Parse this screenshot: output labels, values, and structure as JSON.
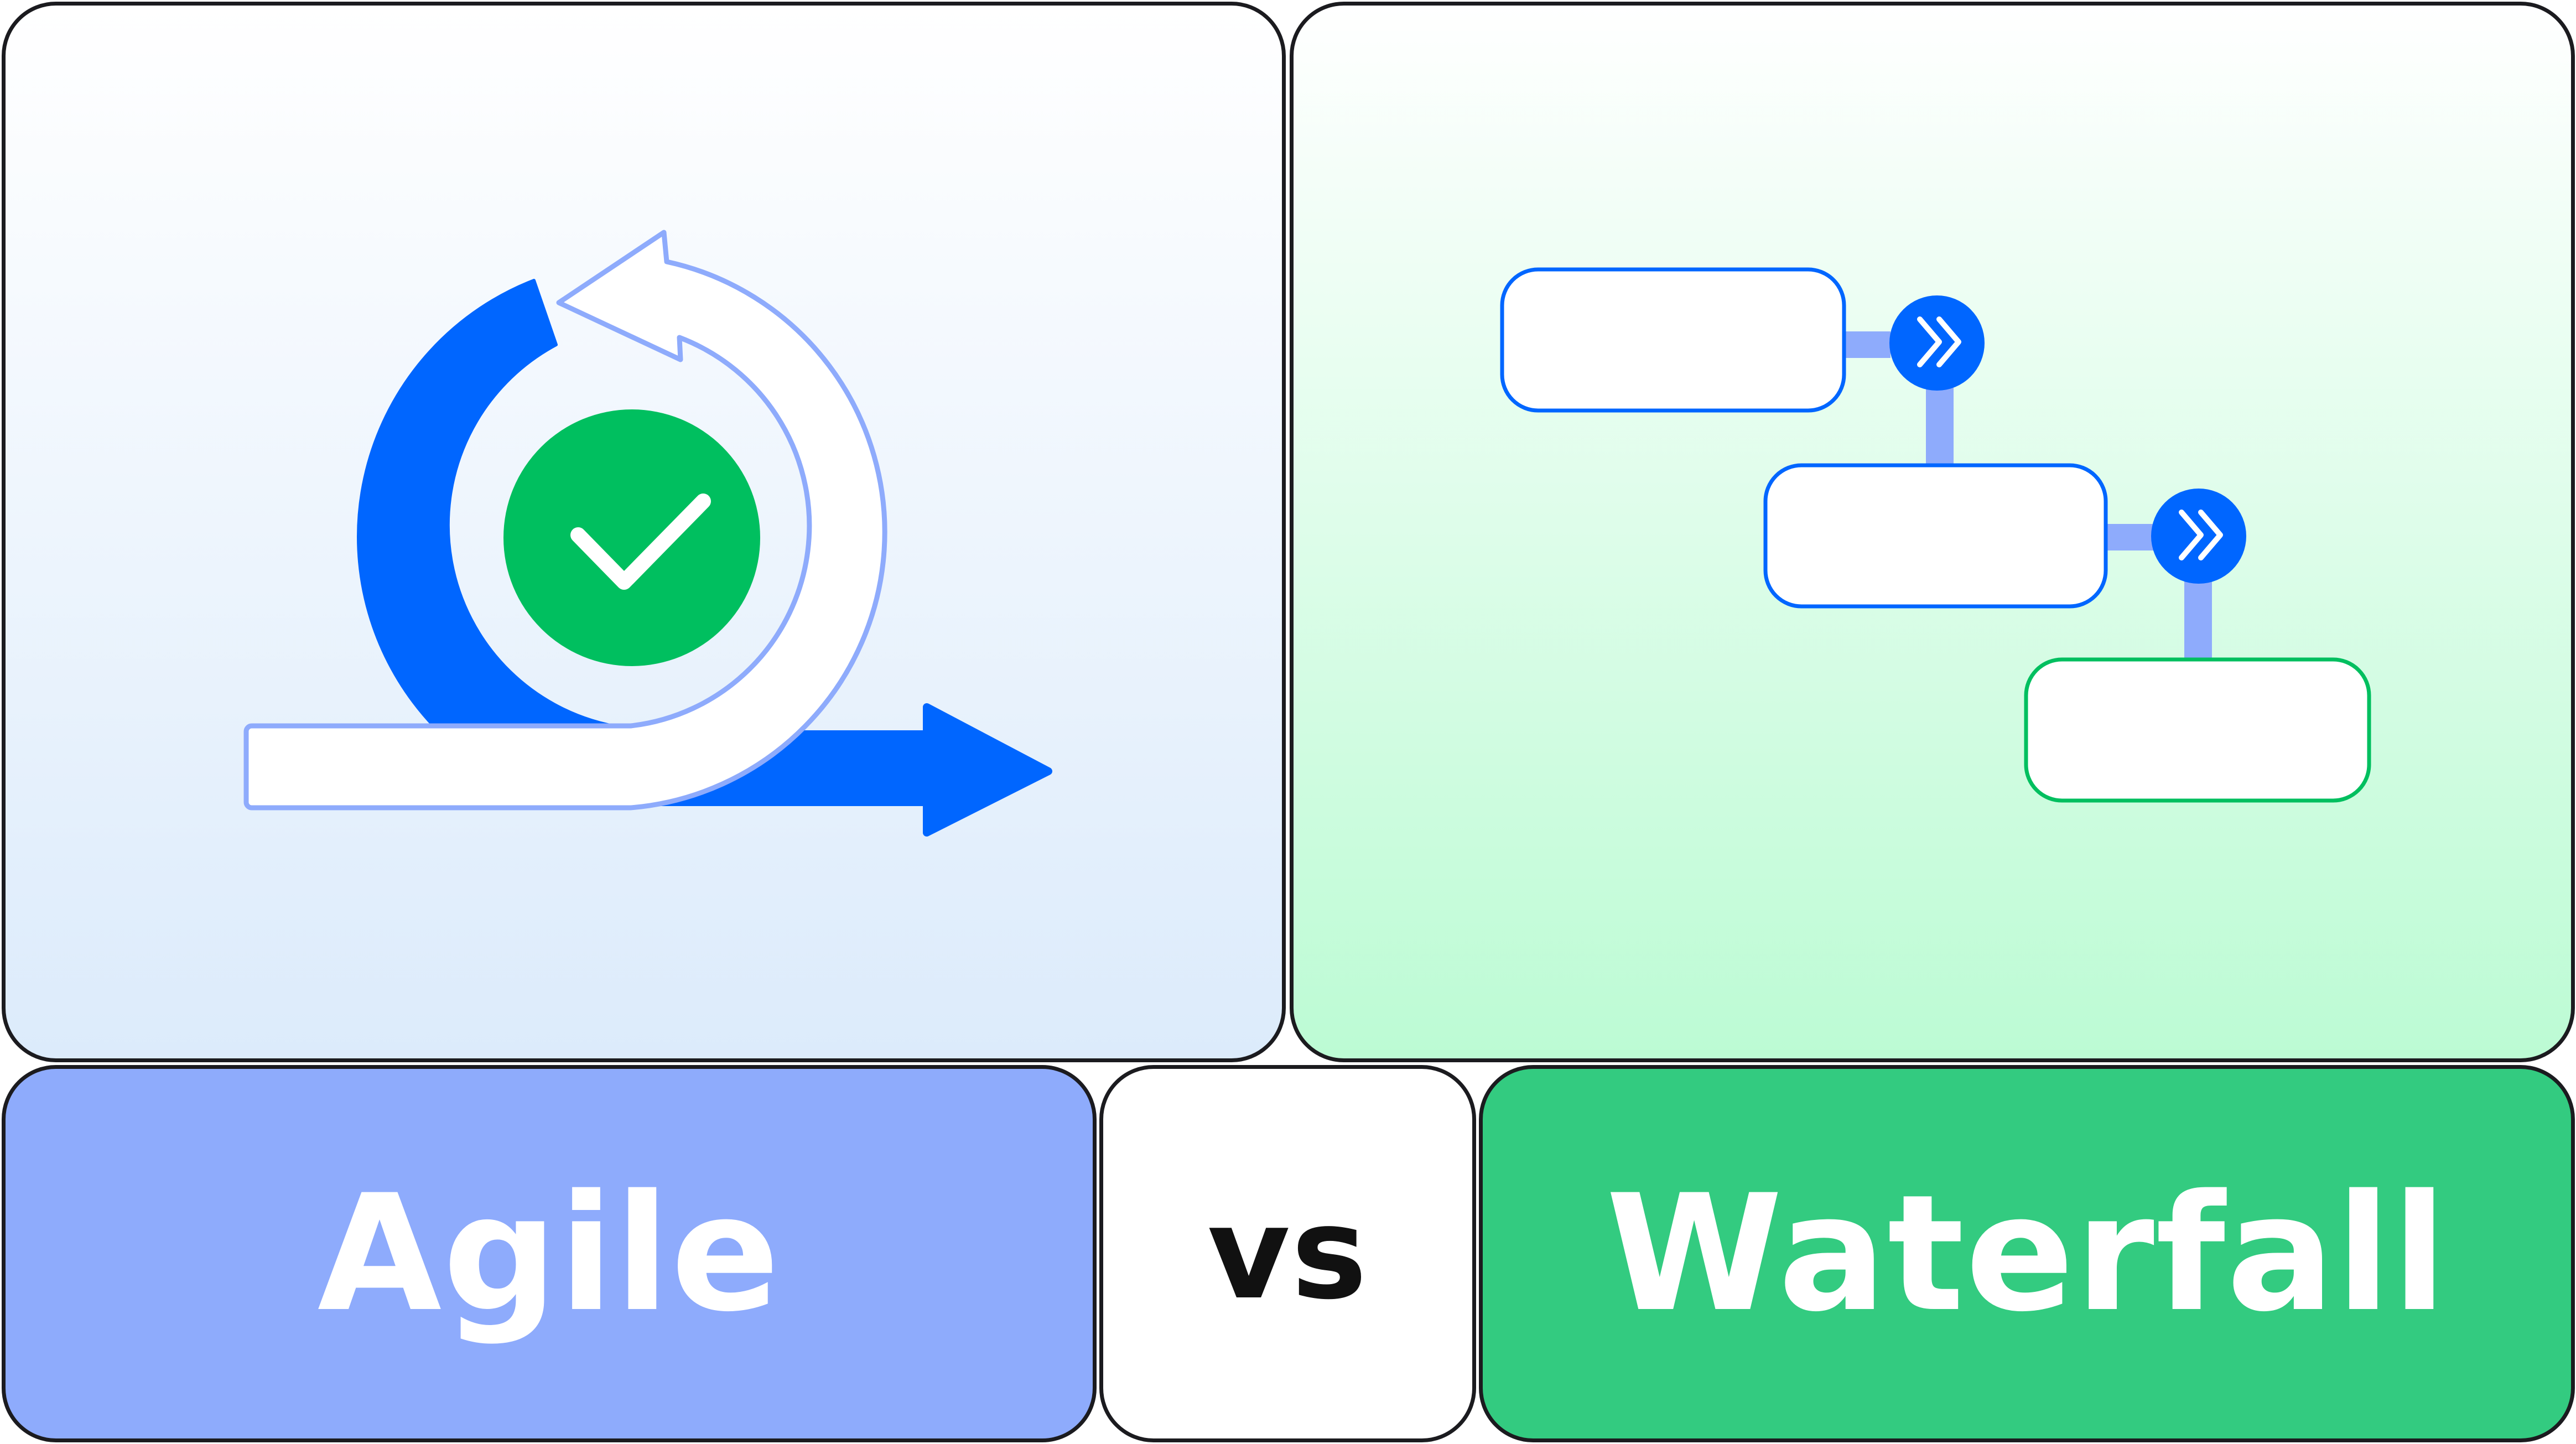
{
  "labels": {
    "left": "Agile",
    "middle": "vs",
    "right": "Waterfall"
  },
  "icons": {
    "agile": [
      "loop-arrow-icon",
      "forward-arrow-icon",
      "checkmark-icon"
    ],
    "waterfall": [
      "double-chevron-icon",
      "double-chevron-icon"
    ]
  },
  "colors": {
    "blue": "#0066ff",
    "light_blue": "#8eabfc",
    "green": "#00bf5f",
    "label_green": "#33cb80",
    "outline": "#1b1b1f"
  }
}
